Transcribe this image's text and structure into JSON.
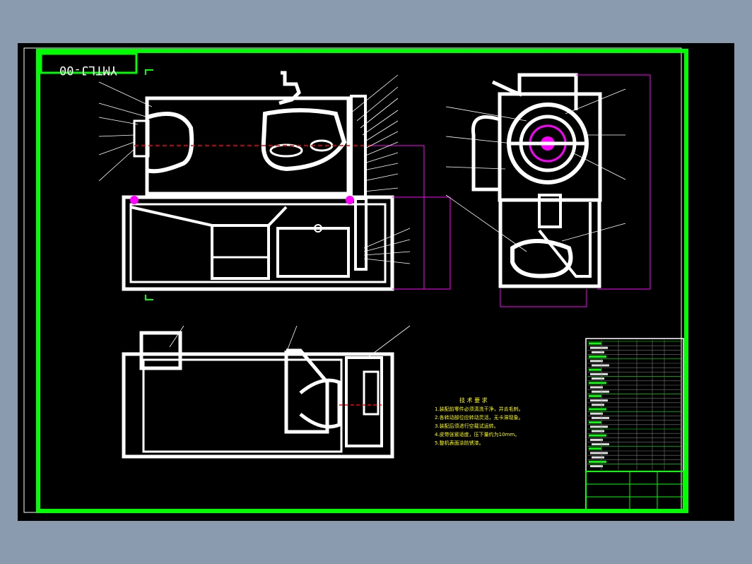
{
  "drawing": {
    "title_block_number": "YMTLJ-00",
    "tech_notes_heading": "技 术 要 求",
    "tech_notes": [
      "1.装配前零件必须清洗干净，并去毛刺。",
      "2.各转动部位应转动灵活，无卡滞现象。",
      "3.装配后须进行空载试运转。",
      "4.皮带张紧适度，压下量约为10mm。",
      "5.整机表面涂防锈漆。"
    ],
    "colors": {
      "border": "#00ff00",
      "lines": "#ffffff",
      "dimensions": "#ff00ff",
      "centerline": "#ff0000",
      "leaders": "#ffffff",
      "text": "#ffff00",
      "background": "#000000"
    }
  }
}
